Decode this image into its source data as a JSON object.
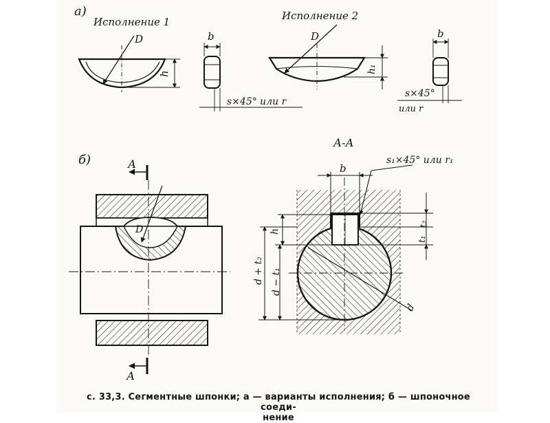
{
  "labels": {
    "part_a": "а)",
    "part_b": "б)",
    "variant1": "Исполнение 1",
    "variant2": "Исполнение 2",
    "D": "D",
    "b": "b",
    "h": "h",
    "h1": "h₁",
    "chamfer": "s×45° или r",
    "chamfer_or": "или r",
    "chamfer_s": "s×45°",
    "section": "А-А",
    "section_mark": "А",
    "s1_chamfer": "s₁×45° или r₁",
    "t1": "t₁",
    "t2": "t₂",
    "d_plus_t2": "d + t₂",
    "d_minus_t1": "d − t₁",
    "d": "d"
  },
  "caption": {
    "line1": "с. 33,3. Сегментные шпонки; а — варианты исполнения; б — шпоночное соеди-",
    "line2": "нение"
  },
  "colors": {
    "ink": "#141414",
    "paper": "#fbfaf6"
  }
}
